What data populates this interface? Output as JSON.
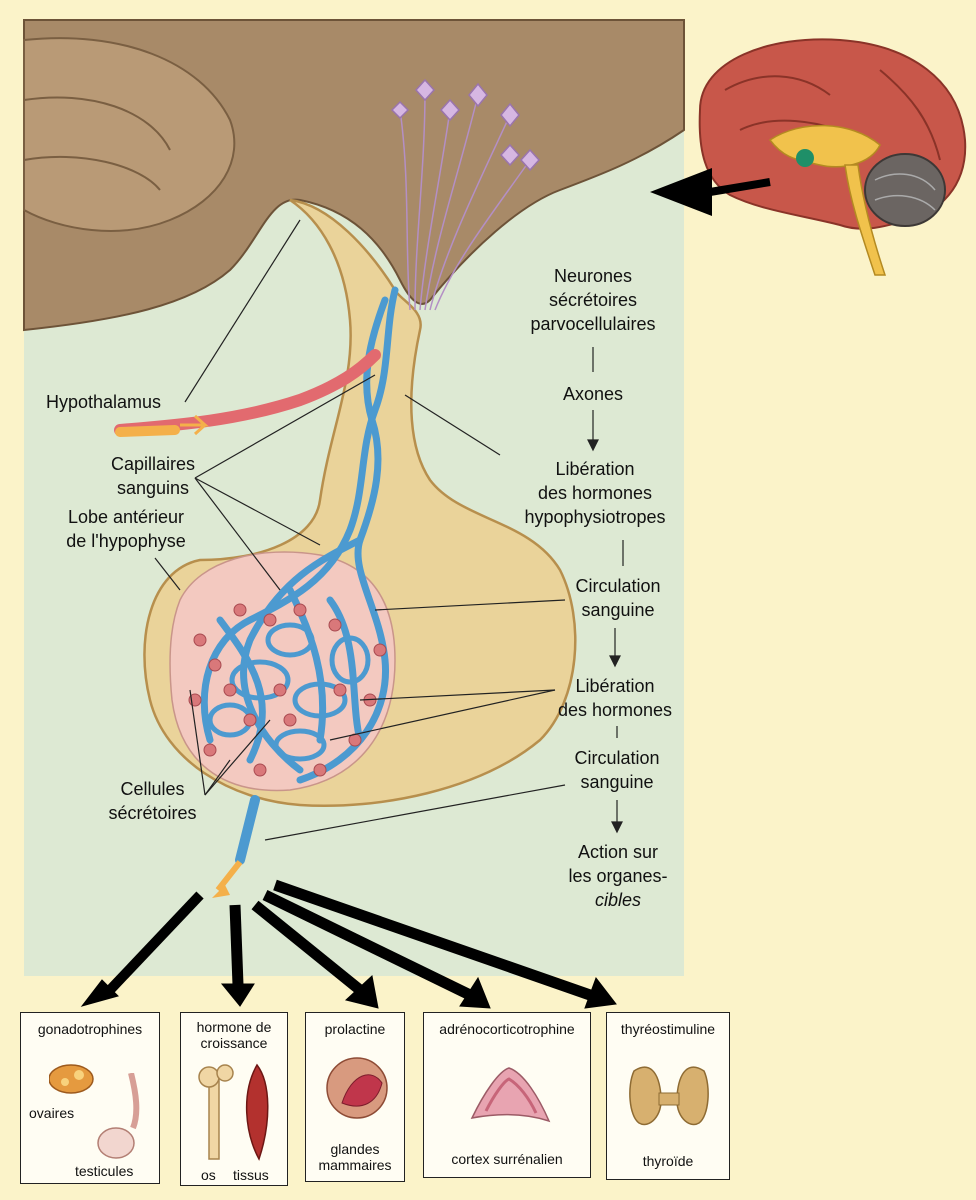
{
  "labels": {
    "hypothalamus": "Hypothalamus",
    "capillaires_1": "Capillaires",
    "capillaires_2": "sanguins",
    "lobe_1": "Lobe antérieur",
    "lobe_2": "de l'hypophyse",
    "cellules_1": "Cellules",
    "cellules_2": "sécrétoires"
  },
  "flow": {
    "neurones_1": "Neurones",
    "neurones_2": "sécrétoires",
    "neurones_3": "parvocellulaires",
    "axones": "Axones",
    "liberation1_1": "Libération",
    "liberation1_2": "des hormones",
    "liberation1_3": "hypophysiotropes",
    "circulation1_1": "Circulation",
    "circulation1_2": "sanguine",
    "liberation2_1": "Libération",
    "liberation2_2": "des hormones",
    "circulation2_1": "Circulation",
    "circulation2_2": "sanguine",
    "action_1": "Action sur",
    "action_2": "les organes-",
    "action_3": "cibles"
  },
  "boxes": {
    "gonado": {
      "title": "gonadotrophines",
      "sub1": "ovaires",
      "sub2": "testicules"
    },
    "croissance": {
      "title1": "hormone de",
      "title2": "croissance",
      "sub1": "os",
      "sub2": "tissus"
    },
    "prolactine": {
      "title": "prolactine",
      "sub1": "glandes",
      "sub2": "mammaires"
    },
    "acth": {
      "title": "adrénocorticotrophine",
      "sub1": "cortex surrénalien"
    },
    "tsh": {
      "title": "thyréostimuline",
      "sub1": "thyroïde"
    }
  },
  "colors": {
    "panel": "#dde9d3",
    "brain_tissue": "#a88a68",
    "hypophysis": "#ead39a",
    "capillary": "#4c9ad0",
    "cells": "#d9787a",
    "artery": "#e26a6f"
  },
  "icons": [
    "brain-inset-icon",
    "pointer-arrow-icon",
    "ovary-icon",
    "testis-icon",
    "bone-icon",
    "muscle-icon",
    "mammary-gland-icon",
    "adrenal-cortex-icon",
    "thyroid-icon"
  ]
}
